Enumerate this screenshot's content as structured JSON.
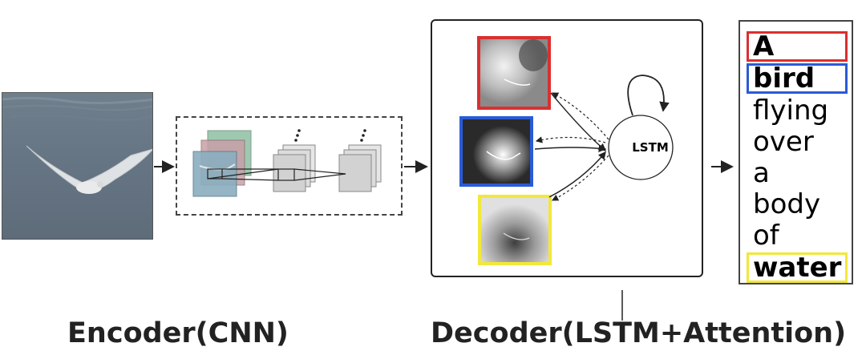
{
  "labels": {
    "encoder": "Encoder(CNN)",
    "decoder": "Decoder(LSTM+Attention)"
  },
  "decoder": {
    "lstm_label": "LSTM"
  },
  "caption": {
    "words": [
      "A",
      "bird",
      "flying",
      "over",
      "a",
      "body",
      "of",
      "water"
    ],
    "highlighted": [
      {
        "word": "A",
        "color": "#d93030"
      },
      {
        "word": "bird",
        "color": "#2a5bd7"
      },
      {
        "word": "water",
        "color": "#f2e83a"
      }
    ]
  },
  "colors": {
    "attention_red": "#d93030",
    "attention_blue": "#2a5bd7",
    "attention_yellow": "#f2e83a",
    "line": "#222222"
  }
}
